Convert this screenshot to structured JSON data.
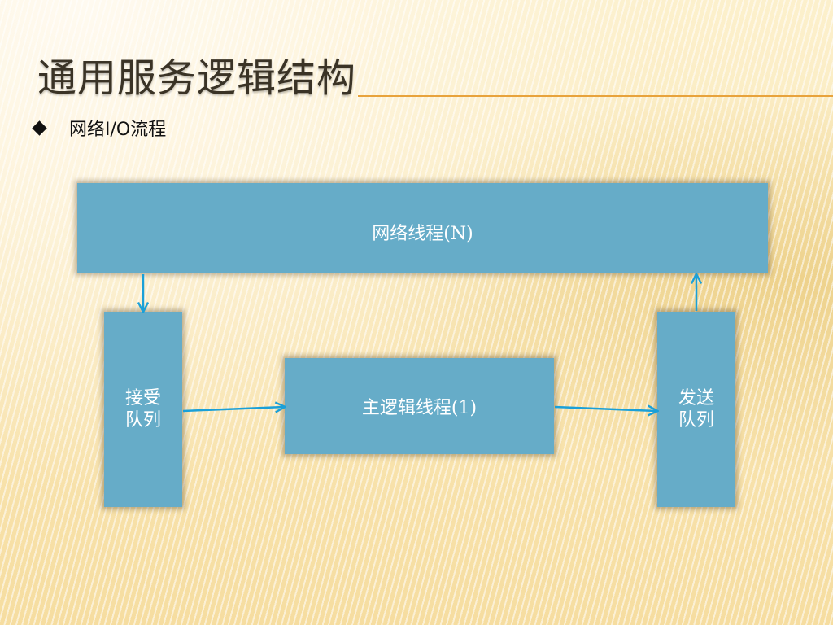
{
  "slide": {
    "title": "通用服务逻辑结构",
    "bullet": "网络I/O流程"
  },
  "diagram": {
    "network_thread": "网络线程(N)",
    "receive_queue": "接受队列",
    "main_logic_thread": "主逻辑线程(1)",
    "send_queue": "发送队列"
  },
  "colors": {
    "box_fill": "#66acc8",
    "arrow": "#1aa0d8",
    "title_rule": "#e8a33c"
  }
}
